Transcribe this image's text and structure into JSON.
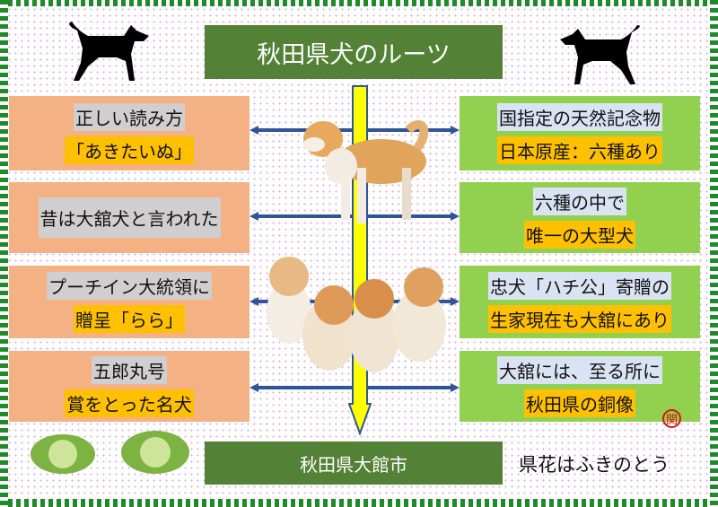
{
  "title": "秋田県犬のルーツ",
  "left_boxes": [
    {
      "line1": "正しい読み方",
      "line2": "「あきたいぬ」"
    },
    {
      "line1": "昔は大舘犬と言われた"
    },
    {
      "line1": "プーチイン大統領に",
      "line2": "贈呈「らら」"
    },
    {
      "line1": "五郎丸号",
      "line2": "賞をとった名犬"
    }
  ],
  "right_boxes": [
    {
      "line1": "国指定の天然記念物",
      "line2": "日本原産：六種あり"
    },
    {
      "line1": "六種の中で",
      "line2": "唯一の大型犬"
    },
    {
      "line1": "忠犬「ハチ公」寄贈の",
      "line2": "生家現在も大舘にあり"
    },
    {
      "line1": "大舘には、至る所に",
      "line2": "秋田県の銅像"
    }
  ],
  "footer": "秋田県大館市",
  "flower_label": "県花はふきのとう",
  "stamp": "関",
  "colors": {
    "title_bg": "#538135",
    "left_bg": "#f4b183",
    "right_bg": "#92d050",
    "highlight": "#ffc000",
    "arrow": "#2f5597",
    "center_arrow": "#ffff00"
  }
}
